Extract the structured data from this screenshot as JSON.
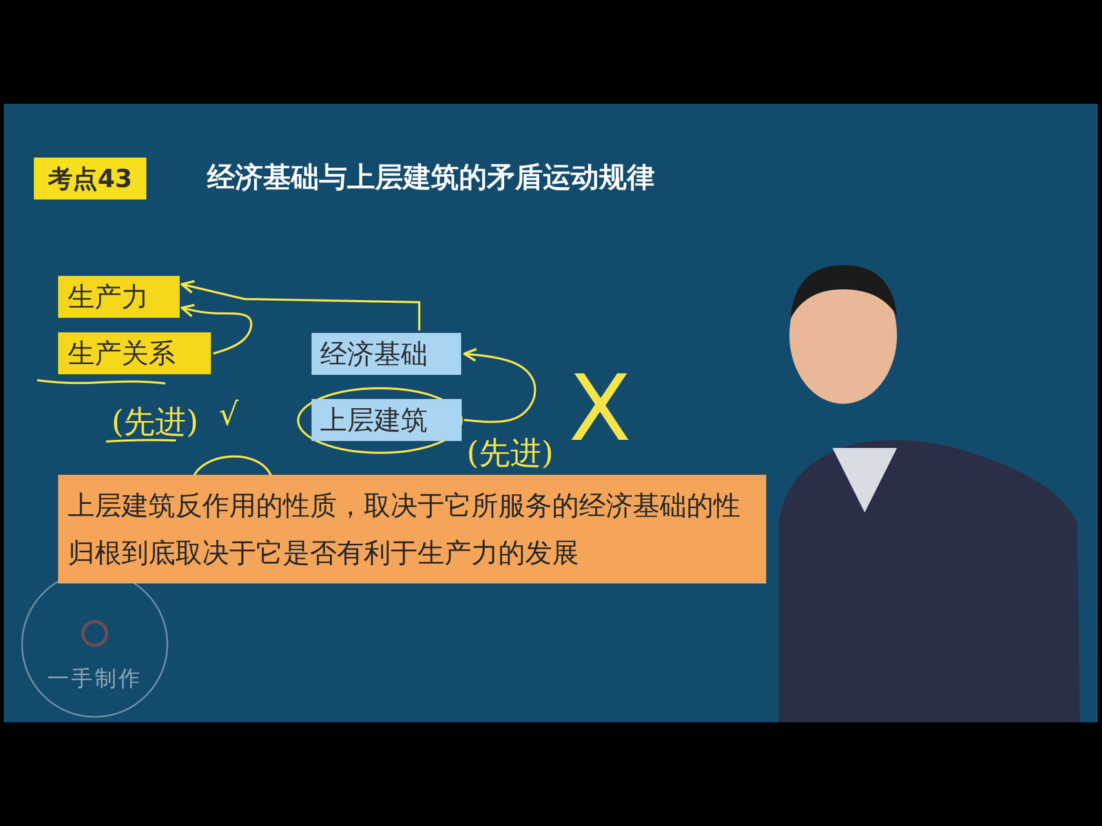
{
  "diagram": {
    "title": "经济基础与上层建筑的矛盾运动规律",
    "nodes": [
      {
        "text": [
          "考点43"
        ]
      },
      {
        "text": [
          "生产力"
        ]
      },
      {
        "text": [
          "生产关系"
        ]
      },
      {
        "text": [
          "经济基础"
        ]
      },
      {
        "text": [
          "上层建筑"
        ]
      },
      {
        "text": [
          "上层建筑反作用的性质，取决于它所服务的经济基础的性",
          "归根到底取决于它是否有利于生产力的发展"
        ]
      }
    ],
    "edges": [
      {
        "from": 2,
        "to": 1,
        "arrow": "to"
      },
      {
        "from": 3,
        "to": 1,
        "arrow": "to"
      },
      {
        "from": 4,
        "to": 3,
        "arrow": "to"
      }
    ],
    "labels": [
      "(先进)",
      "√",
      "(先进)",
      "X",
      "一手制作"
    ]
  }
}
